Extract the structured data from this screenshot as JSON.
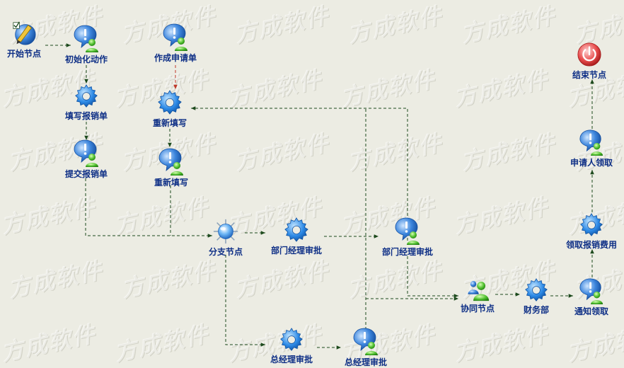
{
  "watermark": "方成软件",
  "colors": {
    "line": "#1d4a1d",
    "return_line": "#c0392b",
    "label": "#0e2f86"
  },
  "nodes": {
    "start": {
      "label": "开始节点",
      "icon": "start-pen-icon"
    },
    "init": {
      "label": "初始化动作",
      "icon": "user-bubble-icon"
    },
    "fill": {
      "label": "填写报销单",
      "icon": "gear-icon"
    },
    "submit": {
      "label": "提交报销单",
      "icon": "user-bubble-icon"
    },
    "make_request": {
      "label": "作成申请单",
      "icon": "user-bubble-icon"
    },
    "refill_gear": {
      "label": "重新填写",
      "icon": "gear-icon"
    },
    "refill_user": {
      "label": "重新填写",
      "icon": "user-bubble-icon"
    },
    "branch": {
      "label": "分支节点",
      "icon": "branch-globe-icon"
    },
    "dept_gear": {
      "label": "部门经理审批",
      "icon": "gear-icon"
    },
    "dept_user": {
      "label": "部门经理审批",
      "icon": "user-bubble-icon"
    },
    "gm_gear": {
      "label": "总经理审批",
      "icon": "gear-icon"
    },
    "gm_user": {
      "label": "总经理审批",
      "icon": "user-bubble-icon"
    },
    "cosign": {
      "label": "协同节点",
      "icon": "people-group-icon"
    },
    "finance": {
      "label": "财务部",
      "icon": "gear-icon"
    },
    "notify": {
      "label": "通知领取",
      "icon": "user-bubble-icon"
    },
    "collect": {
      "label": "领取报销费用",
      "icon": "gear-icon"
    },
    "applicant": {
      "label": "申请人领取",
      "icon": "user-bubble-icon"
    },
    "end": {
      "label": "结束节点",
      "icon": "end-stop-icon"
    }
  }
}
